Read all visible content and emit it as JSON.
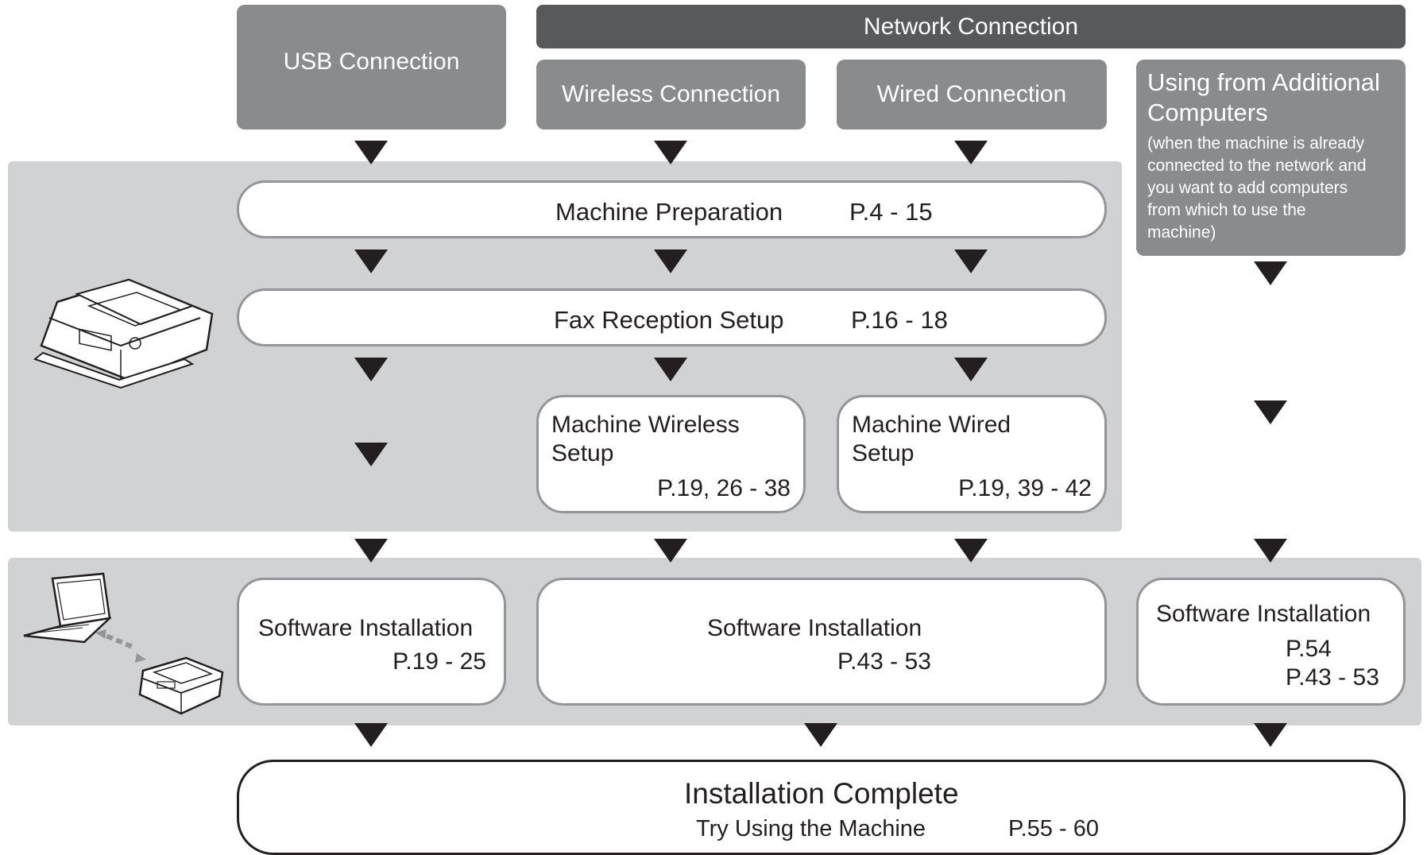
{
  "headers": {
    "usb": "USB Connection",
    "network": "Network Connection",
    "wireless": "Wireless Connection",
    "wired": "Wired Connection",
    "additional_title_line1": "Using from Additional",
    "additional_title_line2": "Computers",
    "additional_note_lines": [
      "(when the machine is already",
      "connected to the network and",
      "you want to add computers",
      "from which to use the",
      "machine)"
    ]
  },
  "steps": {
    "machine_preparation": {
      "label": "Machine Preparation",
      "pages": "P.4 - 15"
    },
    "fax_reception": {
      "label": "Fax Reception Setup",
      "pages": "P.16 - 18"
    },
    "wireless_setup": {
      "label_line1": "Machine Wireless",
      "label_line2": "Setup",
      "pages": "P.19, 26 - 38"
    },
    "wired_setup": {
      "label_line1": "Machine Wired",
      "label_line2": "Setup",
      "pages": "P.19, 39 - 42"
    },
    "software_usb": {
      "label": "Software Installation",
      "pages": "P.19 - 25"
    },
    "software_network": {
      "label": "Software Installation",
      "pages": "P.43 - 53"
    },
    "software_additional": {
      "label": "Software Installation",
      "pages_line1": "P.54",
      "pages_line2": "P.43 - 53"
    },
    "complete": {
      "title": "Installation Complete",
      "subtitle": "Try Using the Machine",
      "pages": "P.55 - 60"
    }
  },
  "colors": {
    "header_gray": "#8a8b8d",
    "header_dark": "#58595b",
    "panel_gray": "#d1d2d4",
    "arrow": "#231f20"
  },
  "icons": [
    "printer-icon",
    "laptop-icon",
    "wireless-link-icon",
    "small-printer-icon"
  ]
}
